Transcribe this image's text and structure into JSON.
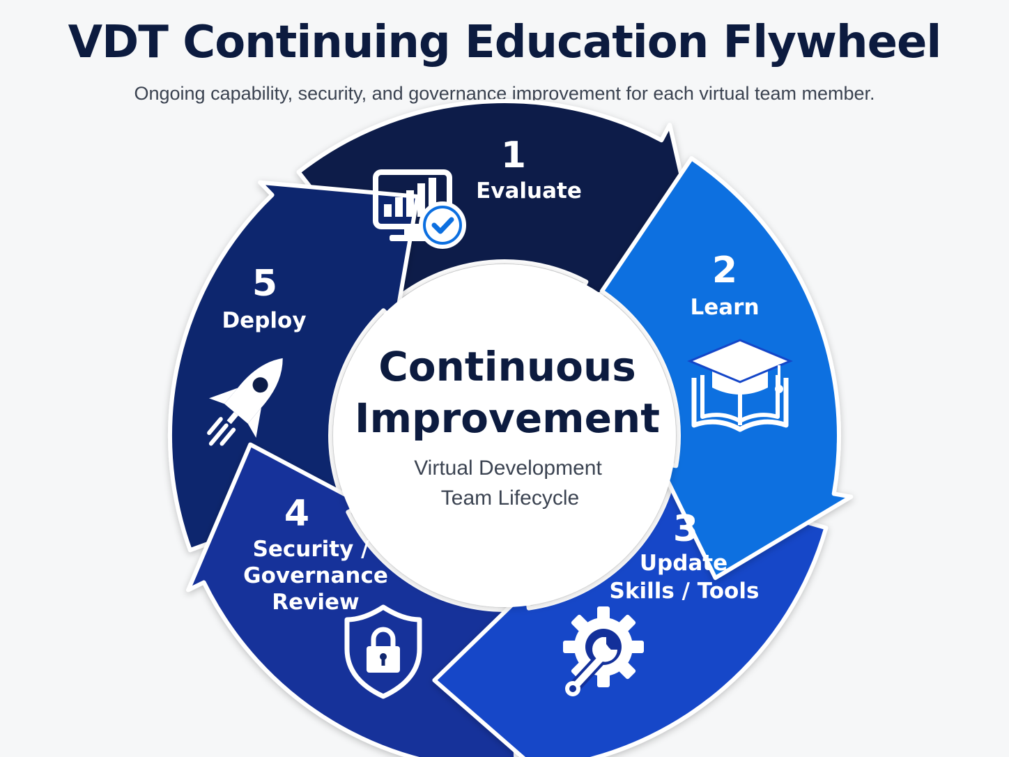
{
  "title": "VDT Continuing Education Flywheel",
  "subtitle": "Ongoing capability, security, and governance improvement for each virtual team member.",
  "hub": {
    "title_lines": [
      "Continuous",
      "Improvement"
    ],
    "subtitle_lines": [
      "Virtual Development",
      "Team Lifecycle"
    ]
  },
  "stages": [
    {
      "number": "1",
      "label_lines": [
        "Evaluate"
      ],
      "icon": "monitor-chart-check-icon",
      "color": "#0c6fe0"
    },
    {
      "number": "2",
      "label_lines": [
        "Learn"
      ],
      "icon": "graduation-cap-book-icon",
      "color": "#1446c8"
    },
    {
      "number": "3",
      "label_lines": [
        "Update",
        "Skills / Tools"
      ],
      "icon": "gear-wrench-icon",
      "color": "#13309a"
    },
    {
      "number": "4",
      "label_lines": [
        "Security /",
        "Governance",
        "Review"
      ],
      "icon": "shield-lock-icon",
      "color": "#10266e"
    },
    {
      "number": "5",
      "label_lines": [
        "Deploy"
      ],
      "icon": "rocket-icon",
      "color": "#0c1c48"
    }
  ]
}
